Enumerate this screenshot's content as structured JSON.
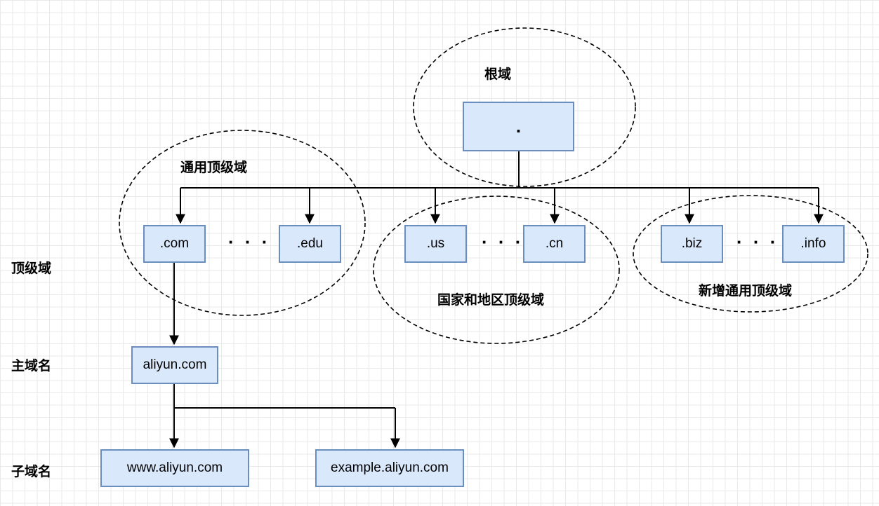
{
  "root": {
    "group_label": "根域",
    "node": "."
  },
  "groups": {
    "generic_tld": "通用顶级域",
    "country_tld": "国家和地区顶级域",
    "new_generic_tld": "新增通用顶级域"
  },
  "nodes": {
    "com": ".com",
    "edu": ".edu",
    "us": ".us",
    "cn": ".cn",
    "biz": ".biz",
    "info": ".info",
    "aliyun": "aliyun.com",
    "www": "www.aliyun.com",
    "example": "example.aliyun.com"
  },
  "ellipsis": "· · ·",
  "levels": {
    "top_level": "顶级域",
    "main_domain": "主域名",
    "sub_domain": "子域名"
  }
}
